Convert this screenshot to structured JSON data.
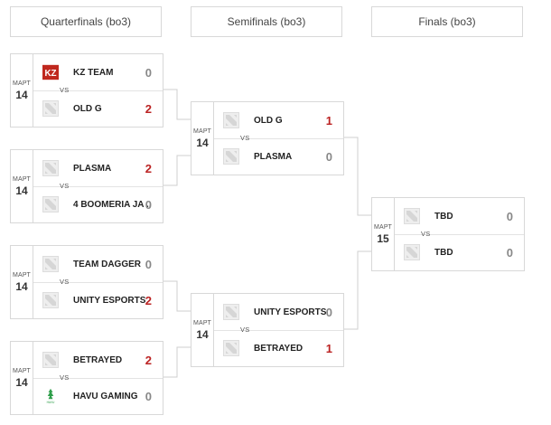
{
  "rounds": [
    "Quarterfinals (bo3)",
    "Semifinals (bo3)",
    "Finals (bo3)"
  ],
  "vs_label": "VS",
  "matches": [
    {
      "month": "МАРТ",
      "day": "14",
      "team1": {
        "name": "KZ TEAM",
        "score": "0",
        "logo": "kz-team-logo"
      },
      "team2": {
        "name": "OLD G",
        "score": "2",
        "logo": "placeholder-logo"
      }
    },
    {
      "month": "МАРТ",
      "day": "14",
      "team1": {
        "name": "PLASMA",
        "score": "2",
        "logo": "placeholder-logo"
      },
      "team2": {
        "name": "4 BOOMERIA JA ...",
        "score": "0",
        "logo": "placeholder-logo"
      }
    },
    {
      "month": "МАРТ",
      "day": "14",
      "team1": {
        "name": "TEAM DAGGER",
        "score": "0",
        "logo": "placeholder-logo"
      },
      "team2": {
        "name": "UNITY ESPORTS",
        "score": "2",
        "logo": "placeholder-logo"
      }
    },
    {
      "month": "МАРТ",
      "day": "14",
      "team1": {
        "name": "BETRAYED",
        "score": "2",
        "logo": "placeholder-logo"
      },
      "team2": {
        "name": "HAVU GAMING",
        "score": "0",
        "logo": "havu-logo"
      }
    },
    {
      "month": "МАРТ",
      "day": "14",
      "team1": {
        "name": "OLD G",
        "score": "1",
        "logo": "placeholder-logo"
      },
      "team2": {
        "name": "PLASMA",
        "score": "0",
        "logo": "placeholder-logo"
      }
    },
    {
      "month": "МАРТ",
      "day": "14",
      "team1": {
        "name": "UNITY ESPORTS",
        "score": "0",
        "logo": "placeholder-logo"
      },
      "team2": {
        "name": "BETRAYED",
        "score": "1",
        "logo": "placeholder-logo"
      }
    },
    {
      "month": "МАРТ",
      "day": "15",
      "team1": {
        "name": "TBD",
        "score": "0",
        "logo": "placeholder-logo"
      },
      "team2": {
        "name": "TBD",
        "score": "0",
        "logo": "placeholder-logo"
      }
    }
  ],
  "havu_logo_text": "HAVU",
  "colors": {
    "win": "#b22222",
    "loss": "#888888",
    "border": "#d8d8d8"
  }
}
